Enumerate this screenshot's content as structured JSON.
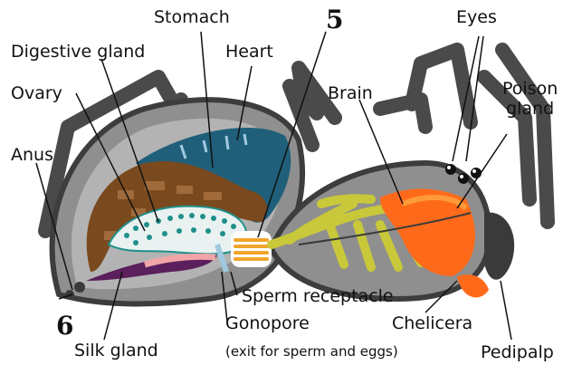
{
  "labels": {
    "stomach": "Stomach",
    "digestive_gland": "Digestive gland",
    "heart": "Heart",
    "ovary": "Ovary",
    "anus": "Anus",
    "eyes": "Eyes",
    "brain": "Brain",
    "poison_gland": "Poison\ngland",
    "sperm_receptacle": "Sperm receptacle",
    "gonopore": "Gonopore",
    "gonopore_note": "(exit for sperm and eggs)",
    "chelicera": "Chelicera",
    "silk_gland": "Silk gland",
    "pedipalp": "Pedipalp",
    "marker_5": "5",
    "marker_6": "6"
  },
  "colors": {
    "body_outline": "#3d3d3d",
    "body_fill": "#8f8f8f",
    "abdomen_inner": "#b3b3b3",
    "heart": "#1f5f7a",
    "heart_highlight": "#9fc9e0",
    "stomach": "#7a4a1e",
    "digestive_gland_spots": "#1f8f8a",
    "ovary_fill": "#e9f2f0",
    "silk_gland": "#5a1f5c",
    "silk_gland_tip": "#f1a5a8",
    "sperm_receptacle": "#f0a52a",
    "nerve": "#c8c83a",
    "poison_gland": "#ff6a1a",
    "poison_gland_light": "#ff9a3a",
    "legs": "#4a4a4a"
  }
}
